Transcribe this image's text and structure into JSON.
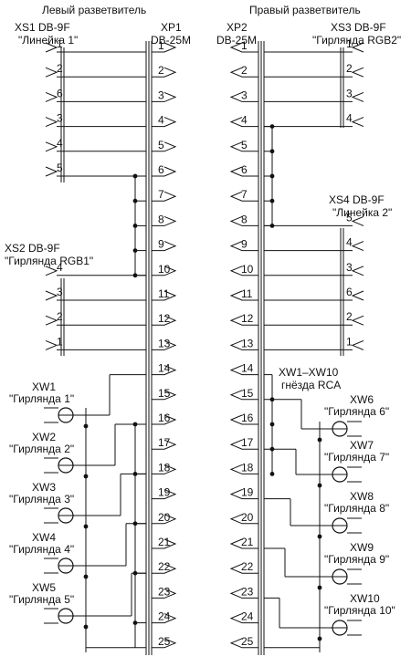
{
  "titles": {
    "left": "Левый разветвитель",
    "right": "Правый разветвитель"
  },
  "left": {
    "xs1": {
      "ref": "XS1 DB-9F",
      "name": "\"Линейка 1\"",
      "pins": [
        "1",
        "2",
        "6",
        "3",
        "4",
        "5"
      ]
    },
    "xp1": {
      "ref": "XP1",
      "type": "DB-25M",
      "pins": [
        "1",
        "2",
        "3",
        "4",
        "5",
        "6",
        "7",
        "8",
        "9",
        "10",
        "11",
        "12",
        "13",
        "14",
        "15",
        "16",
        "17",
        "18",
        "19",
        "20",
        "21",
        "22",
        "23",
        "24",
        "25"
      ]
    },
    "xs2": {
      "ref": "XS2 DB-9F",
      "name": "\"Гирлянда RGB1\"",
      "pins": [
        "4",
        "3",
        "2",
        "1"
      ]
    },
    "rca": [
      {
        "ref": "XW1",
        "name": "\"Гирлянда 1\""
      },
      {
        "ref": "XW2",
        "name": "\"Гирлянда 2\""
      },
      {
        "ref": "XW3",
        "name": "\"Гирлянда 3\""
      },
      {
        "ref": "XW4",
        "name": "\"Гирлянда 4\""
      },
      {
        "ref": "XW5",
        "name": "\"Гирлянда 5\""
      }
    ]
  },
  "right": {
    "xp2": {
      "ref": "XP2",
      "type": "DB-25M",
      "pins": [
        "1",
        "2",
        "3",
        "4",
        "5",
        "6",
        "7",
        "8",
        "9",
        "10",
        "11",
        "12",
        "13",
        "14",
        "15",
        "16",
        "17",
        "18",
        "19",
        "20",
        "21",
        "22",
        "23",
        "24",
        "25"
      ]
    },
    "xs3": {
      "ref": "XS3 DB-9F",
      "name": "\"Гирлянда RGB2\"",
      "pins": [
        "1",
        "2",
        "3",
        "4"
      ]
    },
    "xs4": {
      "ref": "XS4 DB-9F",
      "name": "\"Линейка 2\"",
      "pins": [
        "5",
        "4",
        "3",
        "6",
        "2",
        "1"
      ]
    },
    "rca_label": {
      "line1": "XW1–XW10",
      "line2": "гнёзда RCA"
    },
    "rca": [
      {
        "ref": "XW6",
        "name": "\"Гирлянда 6\""
      },
      {
        "ref": "XW7",
        "name": "\"Гирлянда 7\""
      },
      {
        "ref": "XW8",
        "name": "\"Гирлянда 8\""
      },
      {
        "ref": "XW9",
        "name": "\"Гирлянда 9\""
      },
      {
        "ref": "XW10",
        "name": "\"Гирлянда 10\""
      }
    ]
  }
}
